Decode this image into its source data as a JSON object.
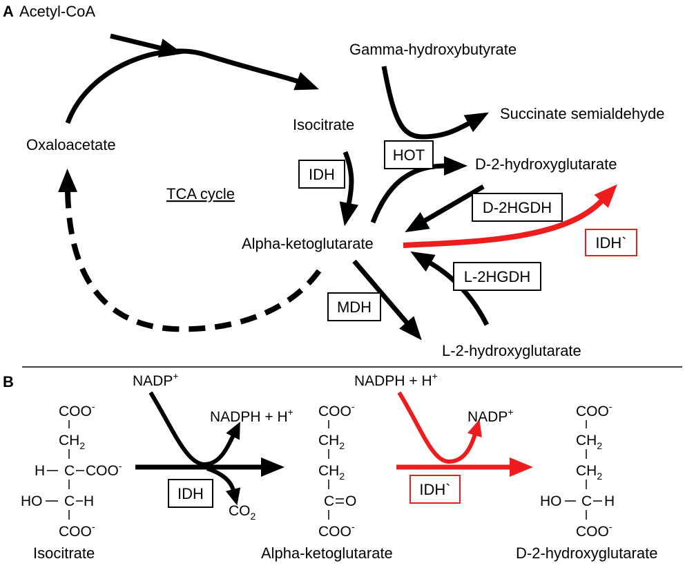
{
  "colors": {
    "normal": "#000000",
    "mutant": "#ee1c1c"
  },
  "panel_a": {
    "label": "A",
    "acetyl_coa": "Acetyl-CoA",
    "isocitrate": "Isocitrate",
    "oxaloacetate": "Oxaloacetate",
    "tca_cycle": "TCA cycle",
    "alpha_kg": "Alpha-ketoglutarate",
    "ghb": "Gamma-hydroxybutyrate",
    "ssa": "Succinate semialdehyde",
    "d2hg": "D-2-hydroxyglutarate",
    "l2hg": "L-2-hydroxyglutarate",
    "enzymes": {
      "idh": "IDH",
      "hot": "HOT",
      "d2hgdh": "D-2HGDH",
      "idh_mut": "IDH`",
      "l2hgdh": "L-2HGDH",
      "mdh": "MDH"
    }
  },
  "panel_b": {
    "label": "B",
    "reaction1": {
      "cofactor_in": "NADP",
      "cofactor_in_sup": "+",
      "cofactor_out": "NADPH + H",
      "cofactor_out_sup": "+",
      "co2": "CO",
      "co2_sub": "2",
      "enzyme": "IDH"
    },
    "reaction2": {
      "cofactor_in": "NADPH + H",
      "cofactor_in_sup": "+",
      "cofactor_out": "NADP",
      "cofactor_out_sup": "+",
      "enzyme": "IDH`"
    },
    "isocitrate": {
      "name": "Isocitrate",
      "coo": "COO",
      "coo_sup": "-",
      "ch": "CH",
      "ch_sub": "2",
      "h_c": "H",
      "c": "C",
      "ho": "HO",
      "h": "H"
    },
    "akg": {
      "name": "Alpha-ketoglutarate",
      "coo": "COO",
      "coo_sup": "-",
      "ch": "CH",
      "ch_sub": "2",
      "c": "C",
      "o": "O"
    },
    "d2hg": {
      "name": "D-2-hydroxyglutarate",
      "coo": "COO",
      "coo_sup": "-",
      "ch": "CH",
      "ch_sub": "2",
      "ho": "HO",
      "c": "C",
      "h": "H"
    }
  }
}
